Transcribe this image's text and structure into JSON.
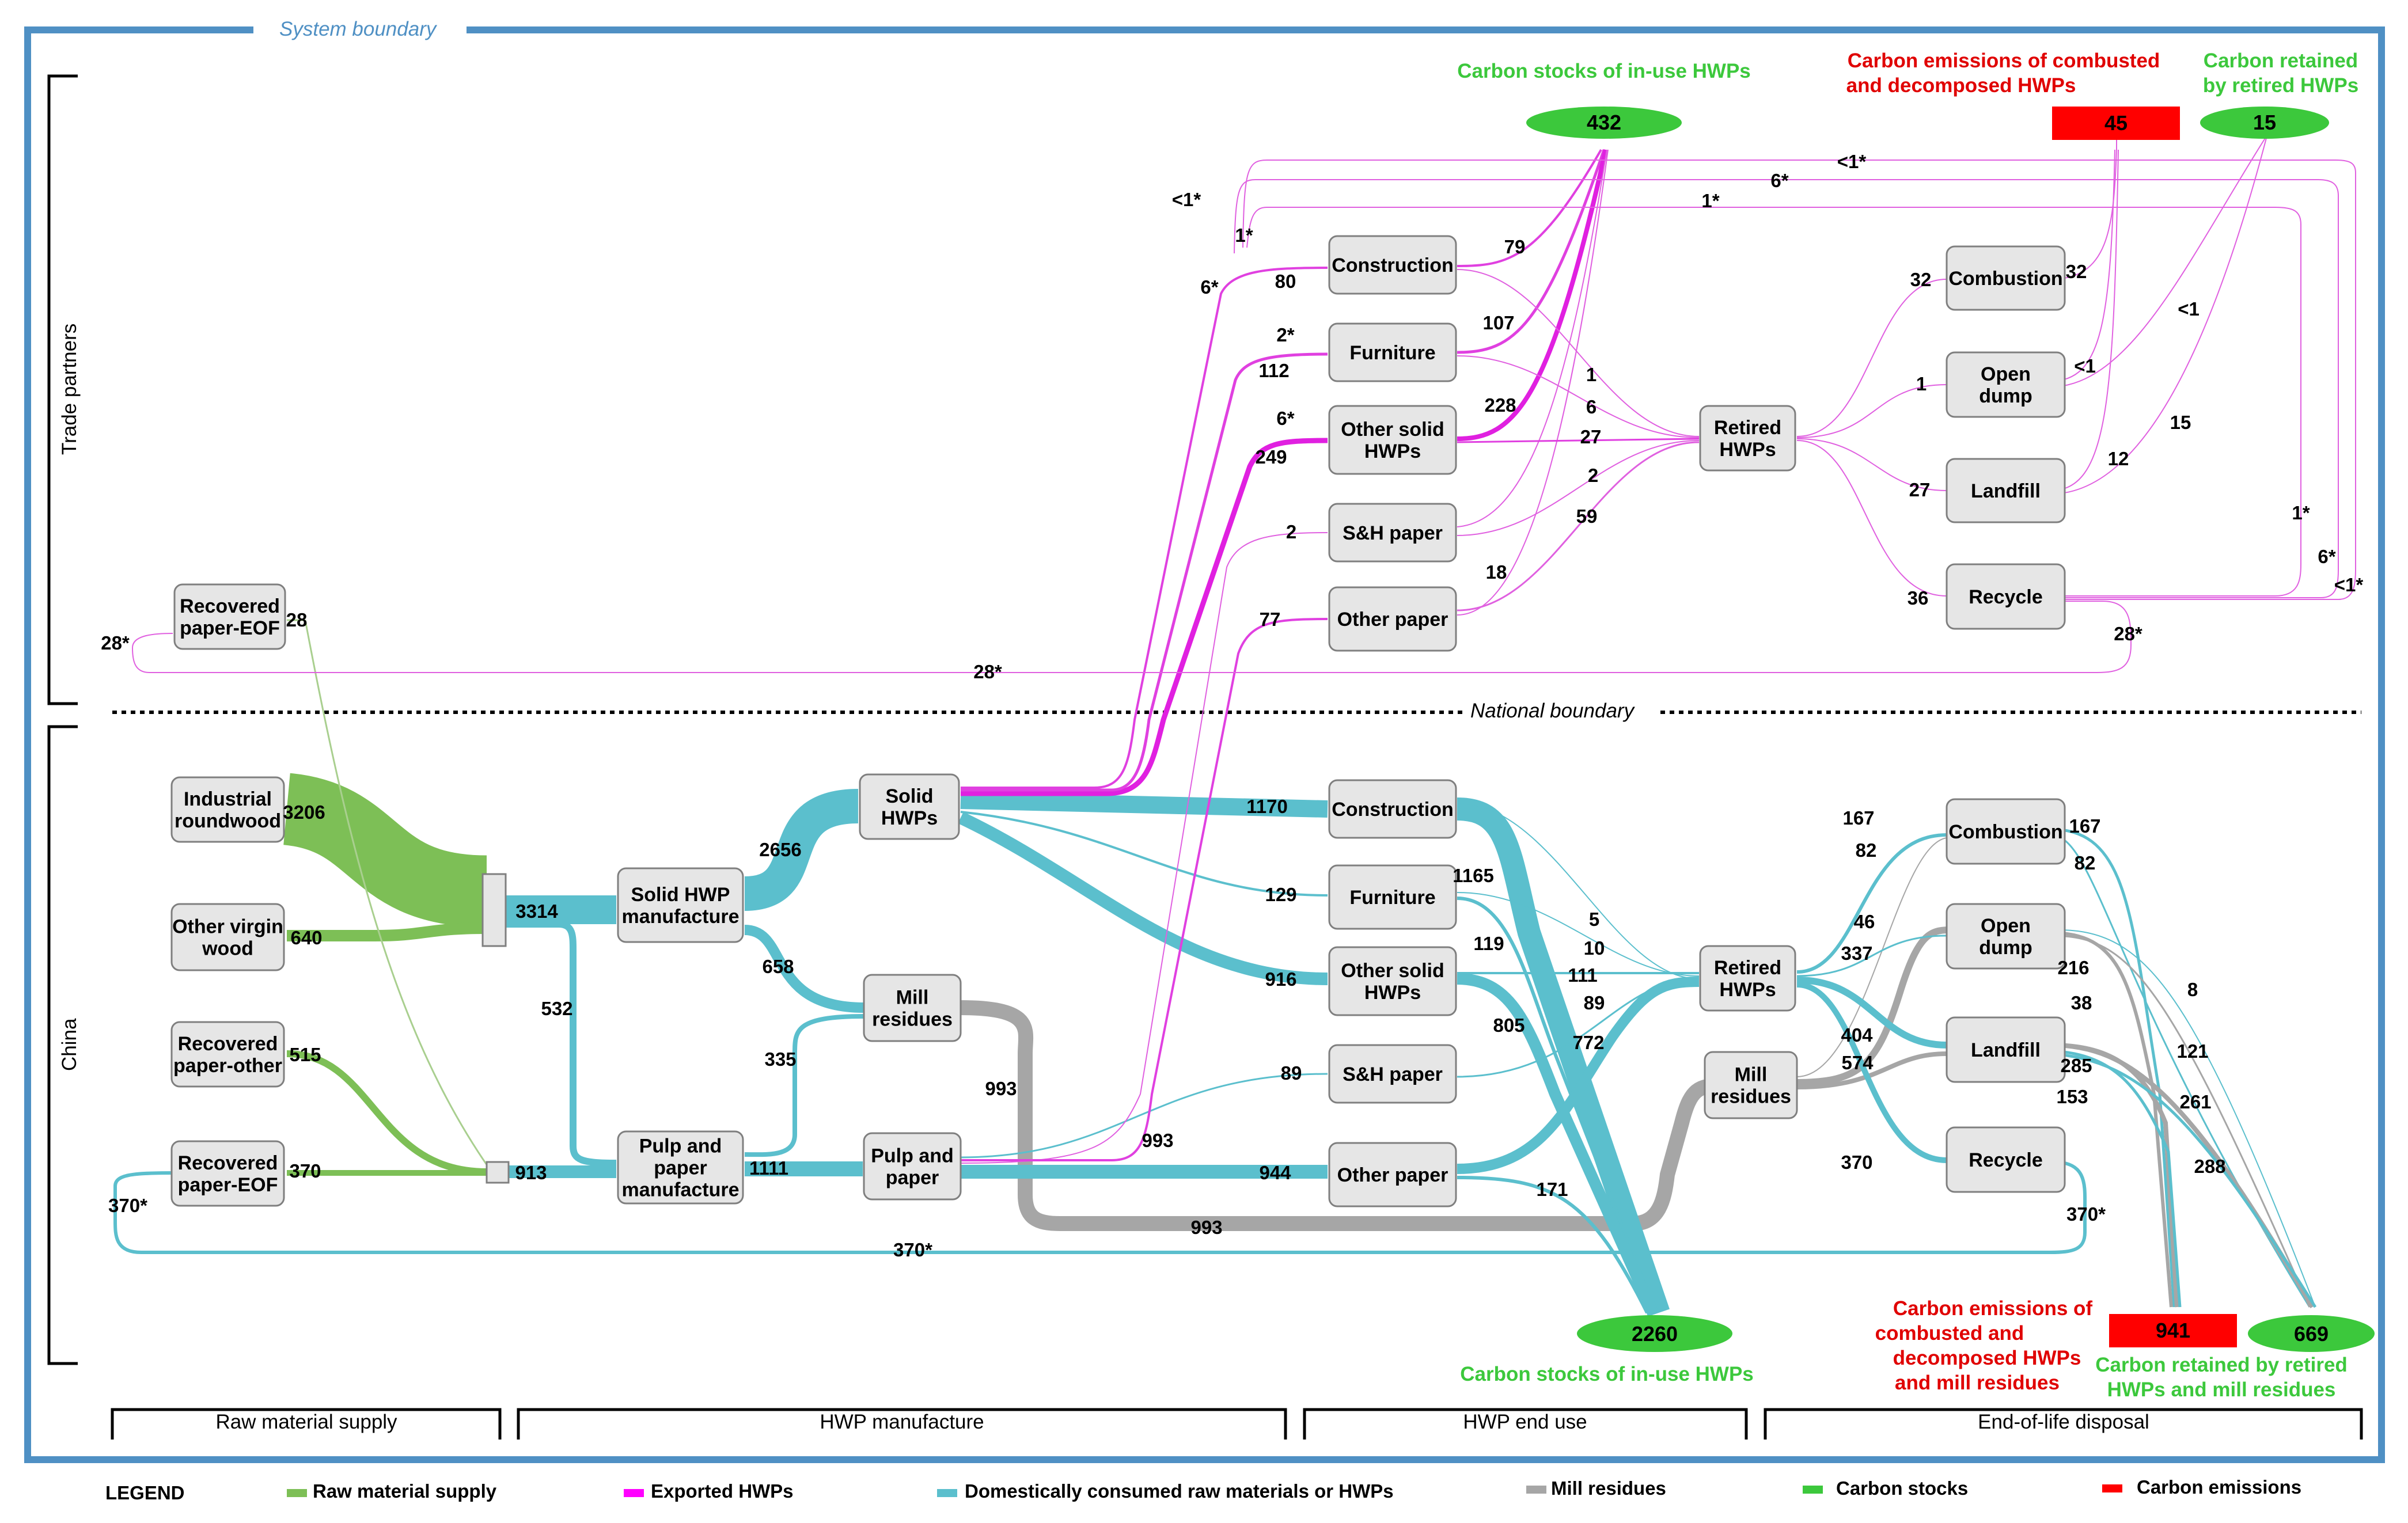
{
  "system_boundary": "System boundary",
  "national_boundary": "National boundary",
  "sides": {
    "trade": "Trade partners",
    "china": "China"
  },
  "stages": [
    "Raw material supply",
    "HWP manufacture",
    "HWP end use",
    "End-of-life disposal"
  ],
  "legend": {
    "title": "LEGEND",
    "items": [
      {
        "label": "Raw material supply",
        "color": "#7dbf56"
      },
      {
        "label": "Exported HWPs",
        "color": "#ff00ff"
      },
      {
        "label": "Domestically consumed raw materials or HWPs",
        "color": "#5bbfcd"
      },
      {
        "label": "Mill residues",
        "color": "#a6a6a6"
      },
      {
        "label": "Carbon stocks",
        "color": "#3cc83c"
      },
      {
        "label": "Carbon emissions",
        "color": "#ff0000"
      }
    ]
  },
  "colors": {
    "raw": "#7dbf56",
    "export": "#e040e0",
    "domestic": "#5bbfcd",
    "mill": "#a6a6a6",
    "stock": "#3cc83c",
    "emission": "#ff0000",
    "boundary": "#4f90c4"
  },
  "nodes": {
    "rec_eof_t": [
      "Recovered",
      "paper-EOF"
    ],
    "constr_t": [
      "Construction"
    ],
    "furn_t": [
      "Furniture"
    ],
    "other_solid_t": [
      "Other solid",
      "HWPs"
    ],
    "sh_paper_t": [
      "S&H paper"
    ],
    "other_paper_t": [
      "Other paper"
    ],
    "retired_t": [
      "Retired",
      "HWPs"
    ],
    "combustion_t": [
      "Combustion"
    ],
    "open_dump_t": [
      "Open",
      "dump"
    ],
    "landfill_t": [
      "Landfill"
    ],
    "recycle_t": [
      "Recycle"
    ],
    "ind_round": [
      "Industrial",
      "roundwood"
    ],
    "other_virgin": [
      "Other virgin",
      "wood"
    ],
    "rec_other": [
      "Recovered",
      "paper-other"
    ],
    "rec_eof_c": [
      "Recovered",
      "paper-EOF"
    ],
    "solid_manuf": [
      "Solid HWP",
      "manufacture"
    ],
    "pulp_manuf": [
      "Pulp and",
      "paper",
      "manufacture"
    ],
    "solid_hwps": [
      "Solid",
      "HWPs"
    ],
    "mill_res": [
      "Mill",
      "residues"
    ],
    "pulp_paper": [
      "Pulp and",
      "paper"
    ],
    "constr_c": [
      "Construction"
    ],
    "furn_c": [
      "Furniture"
    ],
    "other_solid_c": [
      "Other solid",
      "HWPs"
    ],
    "sh_paper_c": [
      "S&H paper"
    ],
    "other_paper_c": [
      "Other paper"
    ],
    "retired_c": [
      "Retired",
      "HWPs"
    ],
    "mill_res_c": [
      "Mill",
      "residues"
    ],
    "combustion_c": [
      "Combustion"
    ],
    "open_dump_c": [
      "Open",
      "dump"
    ],
    "landfill_c": [
      "Landfill"
    ],
    "recycle_c": [
      "Recycle"
    ]
  },
  "carbon": {
    "stock_t": {
      "value": "432",
      "caption": [
        "Carbon stocks of in-use HWPs"
      ]
    },
    "emis_t": {
      "value": "45",
      "caption": [
        "Carbon emissions of combusted",
        "and decomposed HWPs"
      ]
    },
    "retained_t": {
      "value": "15",
      "caption": [
        "Carbon retained",
        "by retired HWPs"
      ]
    },
    "stock_c": {
      "value": "2260",
      "caption": [
        "Carbon stocks of in-use HWPs"
      ]
    },
    "emis_c": {
      "value": "941",
      "caption": [
        "Carbon emissions of",
        "combusted and",
        "decomposed HWPs",
        "and mill residues"
      ]
    },
    "retained_c": {
      "value": "669",
      "caption": [
        "Carbon retained by retired",
        "HWPs and mill residues"
      ]
    }
  },
  "flow_labels": [
    "28",
    "28*",
    "28*",
    "<1*",
    "1*",
    "6*",
    "<1*",
    "6*",
    "1*",
    "80",
    "2*",
    "112",
    "6*",
    "249",
    "2",
    "77",
    "79",
    "107",
    "228",
    "18",
    "1",
    "6",
    "27",
    "2",
    "59",
    "32",
    "1",
    "27",
    "36",
    "32",
    "<1",
    "<1",
    "12",
    "15",
    "1*",
    "6*",
    "<1*",
    "28*",
    "3206",
    "640",
    "515",
    "370",
    "370*",
    "370*",
    "3314",
    "913",
    "532",
    "2656",
    "658",
    "335",
    "1111",
    "993",
    "993",
    "993",
    "1170",
    "129",
    "916",
    "89",
    "944",
    "1165",
    "119",
    "805",
    "171",
    "5",
    "10",
    "111",
    "89",
    "772",
    "167",
    "82",
    "46",
    "337",
    "404",
    "574",
    "370",
    "167",
    "82",
    "216",
    "38",
    "285",
    "153",
    "8",
    "121",
    "261",
    "288",
    "370*"
  ],
  "chart_data": {
    "type": "sankey",
    "units": "Tg C",
    "flows": [
      {
        "from": "Industrial roundwood",
        "to": "Solid HWP manufacture",
        "value": "3206"
      },
      {
        "from": "Other virgin wood",
        "to": "Solid HWP manufacture",
        "value": "640"
      },
      {
        "from": "Solid HWP manufacture",
        "to": "Solid HWPs",
        "value": "2656"
      },
      {
        "from": "Solid HWP manufacture",
        "to": "Mill residues",
        "value": "658"
      },
      {
        "from": "Solid HWP manufacture",
        "to": "Pulp and paper manufacture",
        "value": "532"
      },
      {
        "from": "Recovered paper-other",
        "to": "Pulp and paper manufacture",
        "value": "515"
      },
      {
        "from": "Recovered paper-EOF",
        "to": "Pulp and paper manufacture",
        "value": "370"
      },
      {
        "from": "Recovered paper-EOF (trade partners)",
        "to": "Pulp and paper manufacture",
        "value": "28"
      },
      {
        "from": "Pulp and paper manufacture",
        "to": "Pulp and paper",
        "value": "1111"
      },
      {
        "from": "Mill residues",
        "to": "Pulp and paper manufacture",
        "value": "335"
      },
      {
        "from": "Mill residues",
        "to": "End-of-life mill residues",
        "value": "993"
      },
      {
        "from": "Solid HWPs",
        "to": "Construction",
        "value": "1170"
      },
      {
        "from": "Solid HWPs",
        "to": "Furniture",
        "value": "129"
      },
      {
        "from": "Solid HWPs",
        "to": "Other solid HWPs",
        "value": "916"
      },
      {
        "from": "Pulp and paper",
        "to": "S&H paper",
        "value": "89"
      },
      {
        "from": "Pulp and paper",
        "to": "Other paper",
        "value": "944"
      },
      {
        "from": "Solid HWPs (export)",
        "to": "Construction (trade partners)",
        "value": "80"
      },
      {
        "from": "Solid HWPs (export)",
        "to": "Furniture (trade partners)",
        "value": "112"
      },
      {
        "from": "Solid HWPs (export)",
        "to": "Other solid HWPs (trade partners)",
        "value": "249"
      },
      {
        "from": "Pulp and paper (export)",
        "to": "S&H paper (trade partners)",
        "value": "2"
      },
      {
        "from": "Pulp and paper (export)",
        "to": "Other paper (trade partners)",
        "value": "77"
      },
      {
        "from": "Retired HWPs (trade partners)",
        "to": "Combustion",
        "value": "32"
      },
      {
        "from": "Retired HWPs (trade partners)",
        "to": "Open dump",
        "value": "1"
      },
      {
        "from": "Retired HWPs (trade partners)",
        "to": "Landfill",
        "value": "27"
      },
      {
        "from": "Retired HWPs (trade partners)",
        "to": "Recycle",
        "value": "36"
      },
      {
        "from": "Retired HWPs",
        "to": "Combustion",
        "value": "167"
      },
      {
        "from": "Retired HWPs",
        "to": "Open dump",
        "value": "46"
      },
      {
        "from": "Retired HWPs",
        "to": "Landfill",
        "value": "404"
      },
      {
        "from": "Retired HWPs",
        "to": "Recycle",
        "value": "370"
      },
      {
        "from": "Mill residues",
        "to": "Combustion",
        "value": "82"
      },
      {
        "from": "Mill residues",
        "to": "Open dump",
        "value": "337"
      },
      {
        "from": "Mill residues",
        "to": "Landfill",
        "value": "574"
      }
    ]
  }
}
